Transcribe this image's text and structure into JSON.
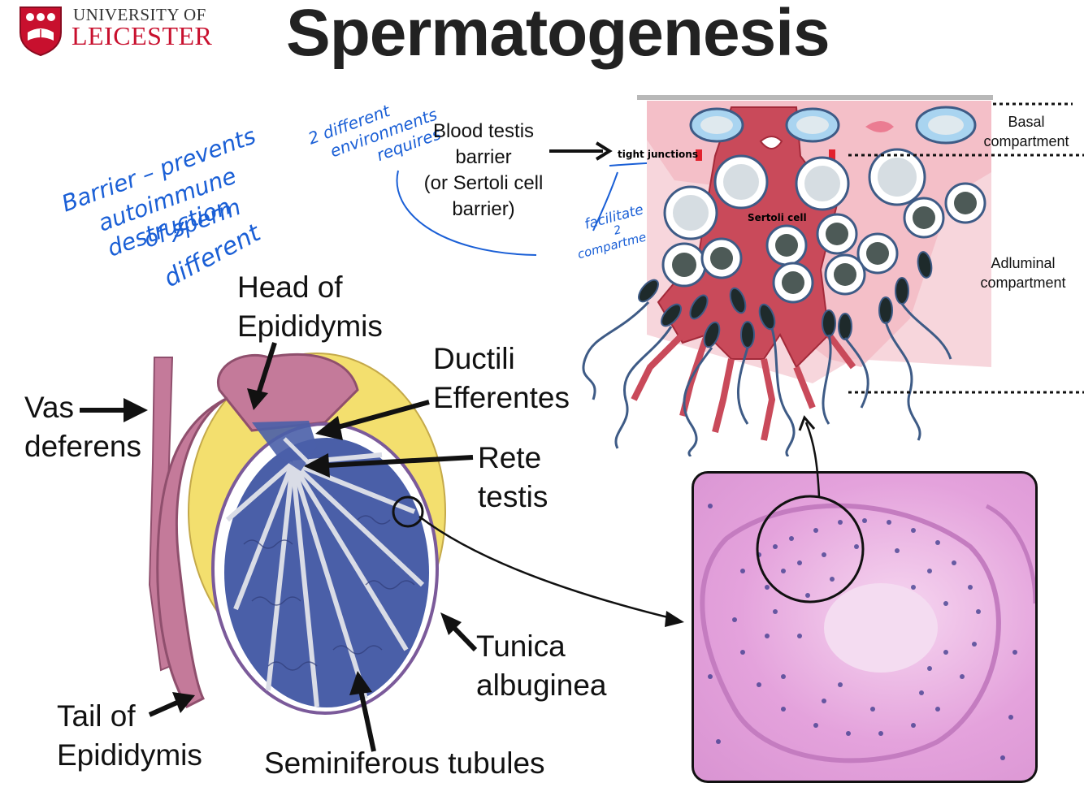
{
  "logo": {
    "line1": "UNIVERSITY OF",
    "line2": "LEICESTER"
  },
  "title": "Spermatogenesis",
  "handwritten": {
    "barrier_line1": "Barrier – prevents",
    "barrier_line2": "autoimmune destruction",
    "barrier_line3": "of sperm",
    "slash": "/",
    "different": "different",
    "env_line1": "2 different",
    "env_line2": "environments",
    "env_line3": "requires",
    "facilitate_line1": "facilitate",
    "facilitate_line2": "2",
    "facilitate_line3": "compartments"
  },
  "btb": {
    "line1": "Blood testis",
    "line2": "barrier",
    "line3": "(or Sertoli cell",
    "line4": "barrier)"
  },
  "cell_diagram": {
    "tight_junctions": "tight junctions",
    "sertoli_cell": "Sertoli cell",
    "basal_line1": "Basal",
    "basal_line2": "compartment",
    "adluminal_line1": "Adluminal",
    "adluminal_line2": "compartment"
  },
  "testis_labels": {
    "head_line1": "Head of",
    "head_line2": "Epididymis",
    "ductili_line1": "Ductili",
    "ductili_line2": "Efferentes",
    "vas_line1": "Vas",
    "vas_line2": "deferens",
    "rete_line1": "Rete",
    "rete_line2": "testis",
    "tunica_line1": "Tunica",
    "tunica_line2": "albuginea",
    "tail_line1": "Tail of",
    "tail_line2": "Epididymis",
    "seminiferous": "Seminiferous tubules"
  },
  "colors": {
    "brand_red": "#c8102e",
    "annotation_blue": "#1a5fd6",
    "tunica_yellow": "#f3df6e",
    "epididymis_pink": "#c47a9a",
    "tubule_blue": "#4a5fa8",
    "sertoli_red": "#c94a5a",
    "histology_pink": "#e7a7de"
  }
}
